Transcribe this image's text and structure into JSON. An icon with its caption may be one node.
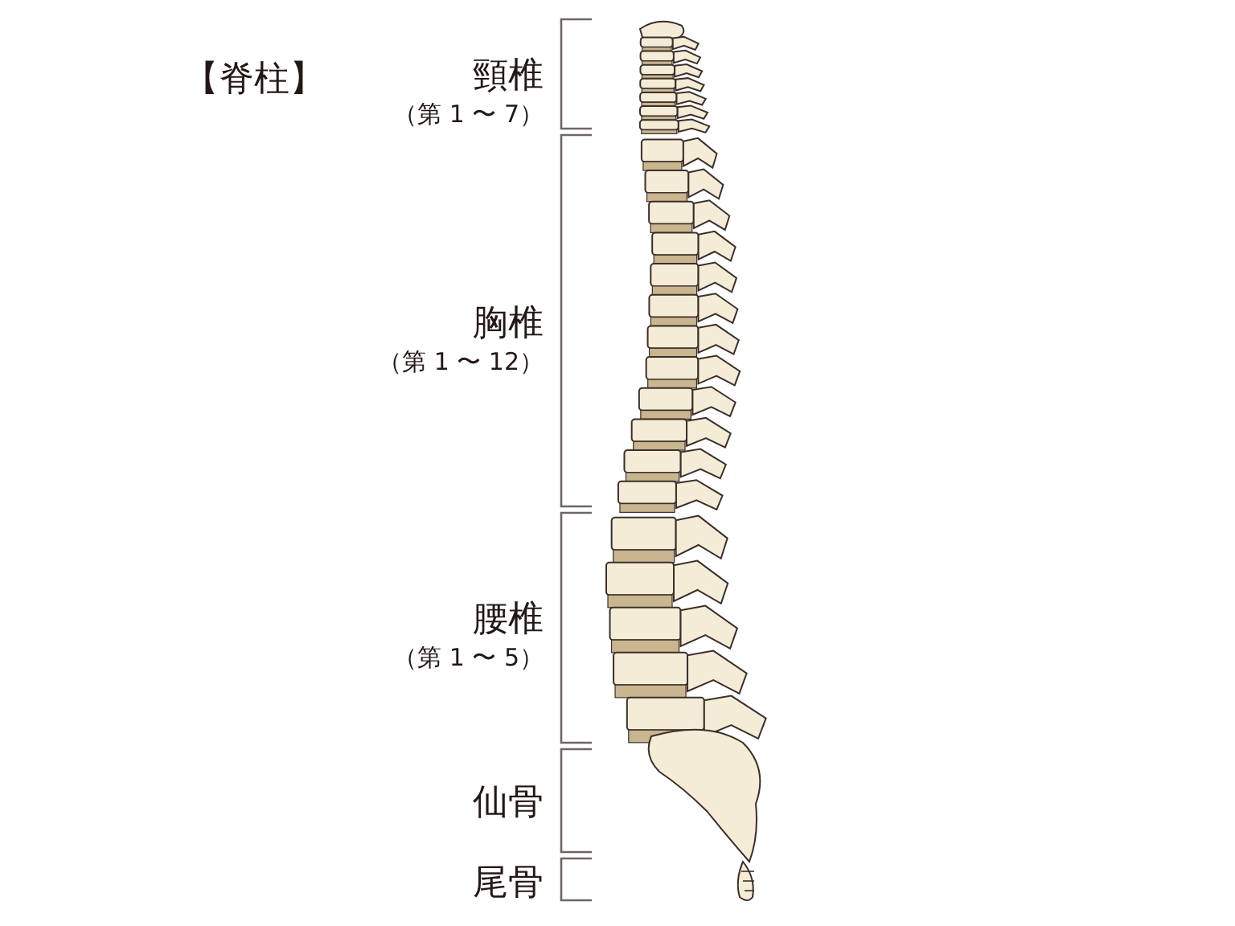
{
  "diagram": {
    "title": "【脊柱】",
    "labels": [
      "頸椎",
      "（第 1 〜 7）",
      "胸椎",
      "（第 1 〜 12）",
      "腰椎",
      "（第 1 〜 5）",
      "仙骨",
      "尾骨"
    ]
  }
}
